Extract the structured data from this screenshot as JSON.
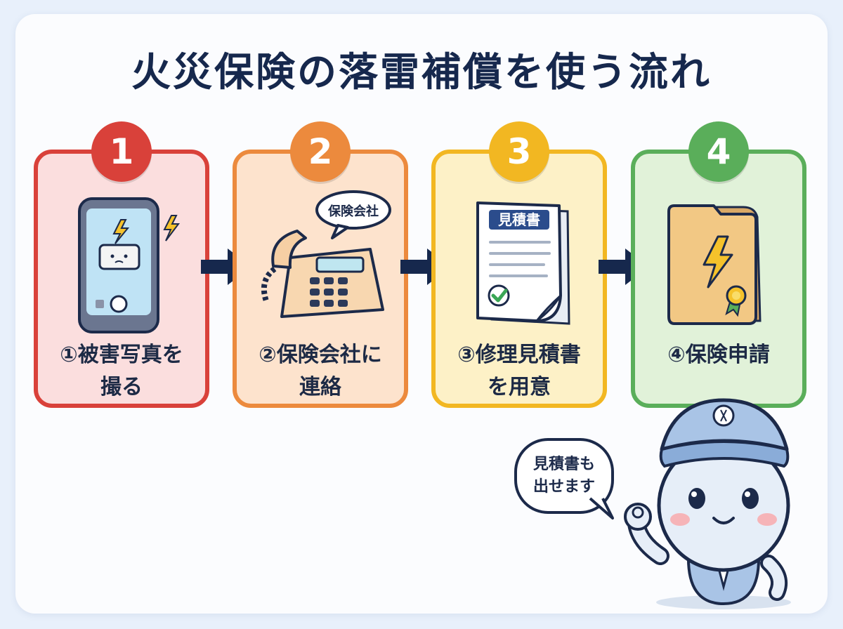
{
  "title": "火災保険の落雷補償を使う流れ",
  "steps": [
    {
      "number": "1",
      "line1": "①被害写真を",
      "line2": "撮る",
      "color": "#d9413a",
      "bg": "#fbdede"
    },
    {
      "number": "2",
      "line1": "②保険会社に",
      "line2": "連絡",
      "color": "#ec8a3d",
      "bg": "#fde3cd",
      "bubble": "保険会社"
    },
    {
      "number": "3",
      "line1": "③修理見積書",
      "line2": "を用意",
      "color": "#f2b722",
      "bg": "#fdf1c7",
      "doc_title": "見積書"
    },
    {
      "number": "4",
      "line1": "④保険申請",
      "line2": "",
      "color": "#5aae5a",
      "bg": "#e1f2d9"
    }
  ],
  "mascot_speech": {
    "line1": "見積書も",
    "line2": "出せます"
  }
}
